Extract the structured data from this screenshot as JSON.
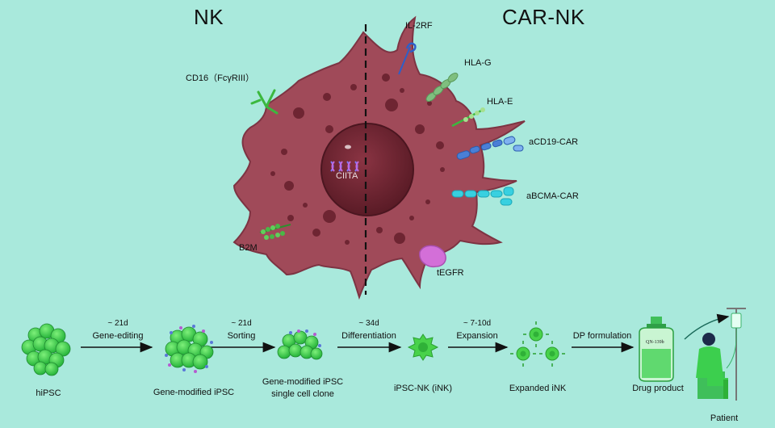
{
  "headers": {
    "left": "NK",
    "right": "CAR-NK"
  },
  "cell": {
    "nucleus_gene_label": "CIITA",
    "left_markers": [
      "CD16（FcγRIII）",
      "B2M"
    ],
    "right_markers": [
      "IL-2RF",
      "HLA-G",
      "HLA-E",
      "aCD19-CAR",
      "aBCMA-CAR",
      "tEGFR"
    ]
  },
  "workflow": {
    "stages": [
      {
        "label": "hiPSC"
      },
      {
        "label": "Gene-modified iPSC"
      },
      {
        "label": "Gene-modified iPSC",
        "label2": "single cell clone"
      },
      {
        "label": "iPSC-NK (iNK)"
      },
      {
        "label": "Expanded iNK"
      },
      {
        "label": "Drug product"
      },
      {
        "label": "Patient"
      }
    ],
    "transitions": [
      {
        "duration": "~ 21d",
        "action": "Gene-editing"
      },
      {
        "duration": "~ 21d",
        "action": "Sorting"
      },
      {
        "duration": "~ 34d",
        "action": "Differentiation"
      },
      {
        "duration": "~ 7-10d",
        "action": "Expansion"
      },
      {
        "duration": "",
        "action": "DP formulation"
      }
    ],
    "bottle_label": "QN-139b"
  },
  "colors": {
    "background": "#a9e9dc",
    "cell_body": "#a04a59",
    "nucleus": "#6b2230",
    "green_cell": "#3ccf4e",
    "car_blue": "#4a7fd6",
    "car_cyan": "#38d0e0",
    "tegfr": "#d36fd8"
  }
}
